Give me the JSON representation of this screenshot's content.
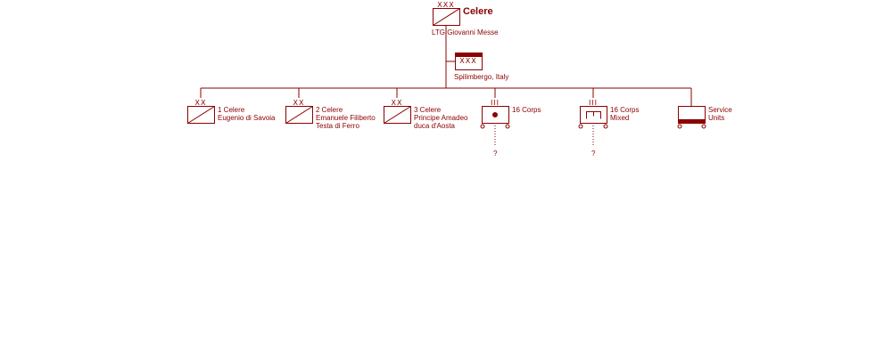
{
  "corps": {
    "echelon": "XXX",
    "name": "Celere",
    "commander": "LTG  Giovanni Messe"
  },
  "hq": {
    "echelon": "XXX",
    "location": "Spilimbergo, Italy"
  },
  "divisions": [
    {
      "echelon": "XX",
      "line1": "1 Celere",
      "line2": "Eugenio di Savoia",
      "line3": ""
    },
    {
      "echelon": "XX",
      "line1": "2 Celere",
      "line2": "Emanuele Filiberto",
      "line3": "Testa di Ferro"
    },
    {
      "echelon": "XX",
      "line1": "3 Celere",
      "line2": "Principe Amadeo",
      "line3": "duca d'Aosta"
    }
  ],
  "support": [
    {
      "echelon": "III",
      "line1": "16 Corps",
      "line2": "",
      "unknown": "?"
    },
    {
      "echelon": "III",
      "line1": "16 Corps",
      "line2": "Mixed",
      "unknown": "?"
    }
  ],
  "service": {
    "line1": "Service",
    "line2": "Units"
  },
  "colors": {
    "line": "#8b0000"
  }
}
